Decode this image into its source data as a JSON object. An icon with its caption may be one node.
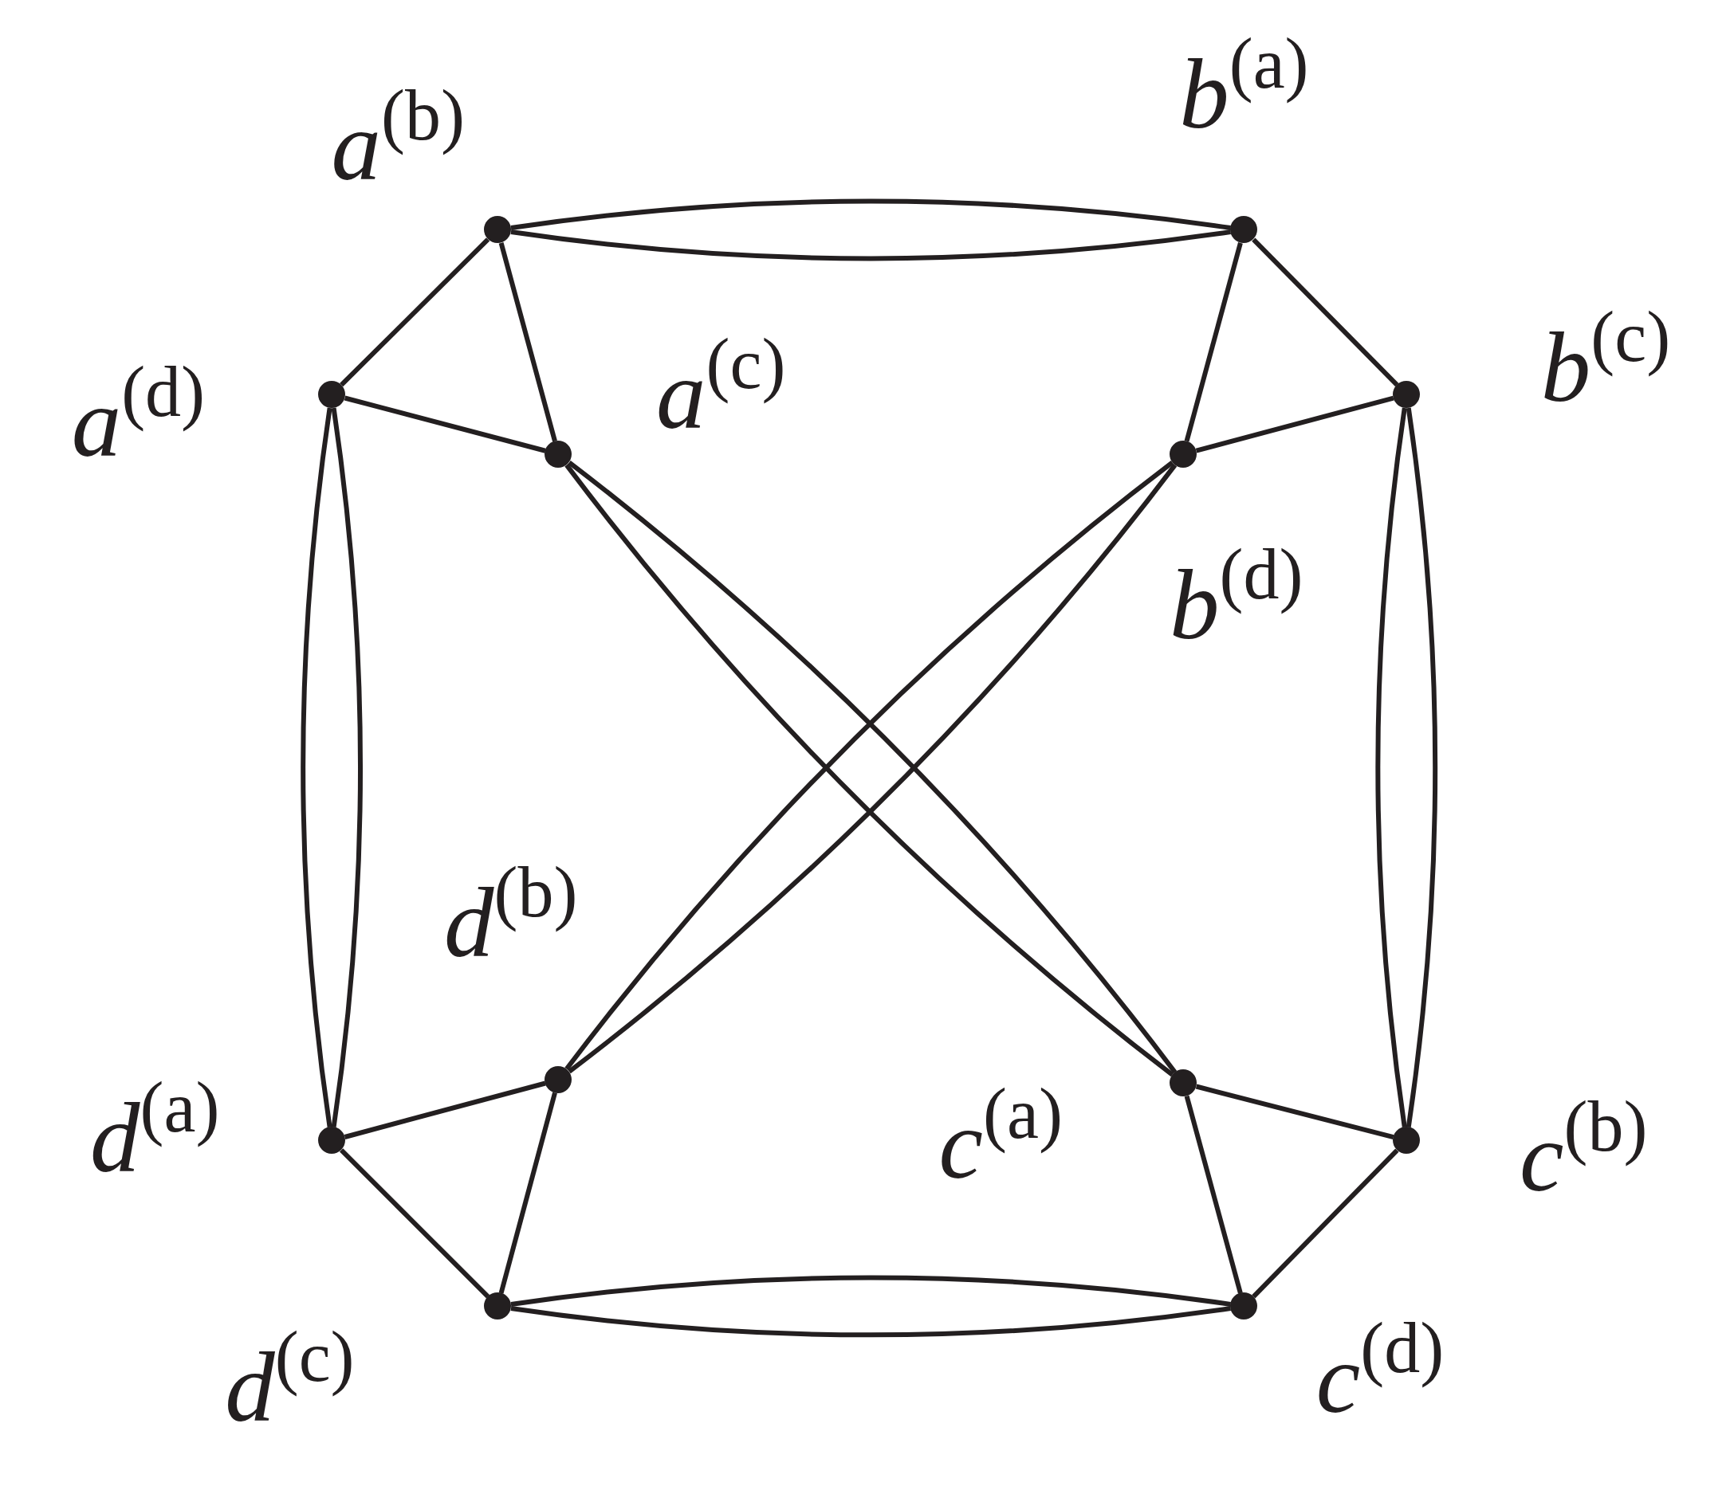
{
  "diagram": {
    "nodes": [
      {
        "text": [],
        "shape": "circle",
        "beside": [
          "a$^{(b)}$"
        ]
      },
      {
        "text": [],
        "shape": "circle",
        "beside": [
          "b$^{(a)}$"
        ]
      },
      {
        "text": [],
        "shape": "circle",
        "beside": [
          "a$^{(d)}$"
        ]
      },
      {
        "text": [],
        "shape": "circle",
        "beside": [
          "a$^{(c)}$"
        ]
      },
      {
        "text": [],
        "shape": "circle",
        "beside": [
          "b$^{(d)}$"
        ]
      },
      {
        "text": [],
        "shape": "circle",
        "beside": [
          "b$^{(c)}$"
        ]
      },
      {
        "text": [],
        "shape": "circle",
        "beside": [
          "d$^{(b)}$"
        ]
      },
      {
        "text": [],
        "shape": "circle",
        "beside": [
          "c$^{(a)}$"
        ]
      },
      {
        "text": [],
        "shape": "circle",
        "beside": [
          "d$^{(a)}$"
        ]
      },
      {
        "text": [],
        "shape": "circle",
        "beside": [
          "c$^{(b)}$"
        ]
      },
      {
        "text": [],
        "shape": "circle",
        "beside": [
          "d$^{(c)}$"
        ]
      },
      {
        "text": [],
        "shape": "circle",
        "beside": [
          "c$^{(d)}$"
        ]
      }
    ],
    "edges": [
      {
        "from": 0,
        "to": 1,
        "arrow": "none"
      },
      {
        "from": 0,
        "to": 1,
        "arrow": "none"
      },
      {
        "from": 0,
        "to": 2,
        "arrow": "none"
      },
      {
        "from": 0,
        "to": 3,
        "arrow": "none"
      },
      {
        "from": 2,
        "to": 3,
        "arrow": "none"
      },
      {
        "from": 1,
        "to": 4,
        "arrow": "none"
      },
      {
        "from": 1,
        "to": 5,
        "arrow": "none"
      },
      {
        "from": 5,
        "to": 4,
        "arrow": "none"
      },
      {
        "from": 2,
        "to": 8,
        "arrow": "none"
      },
      {
        "from": 2,
        "to": 8,
        "arrow": "none"
      },
      {
        "from": 5,
        "to": 9,
        "arrow": "none"
      },
      {
        "from": 5,
        "to": 9,
        "arrow": "none"
      },
      {
        "from": 3,
        "to": 7,
        "arrow": "none"
      },
      {
        "from": 3,
        "to": 7,
        "arrow": "none"
      },
      {
        "from": 4,
        "to": 6,
        "arrow": "none"
      },
      {
        "from": 4,
        "to": 6,
        "arrow": "none"
      },
      {
        "from": 8,
        "to": 6,
        "arrow": "none"
      },
      {
        "from": 8,
        "to": 10,
        "arrow": "none"
      },
      {
        "from": 6,
        "to": 10,
        "arrow": "none"
      },
      {
        "from": 9,
        "to": 7,
        "arrow": "none"
      },
      {
        "from": 11,
        "to": 7,
        "arrow": "none"
      },
      {
        "from": 9,
        "to": 11,
        "arrow": "none"
      },
      {
        "from": 10,
        "to": 11,
        "arrow": "none"
      },
      {
        "from": 10,
        "to": 11,
        "arrow": "none"
      }
    ]
  }
}
